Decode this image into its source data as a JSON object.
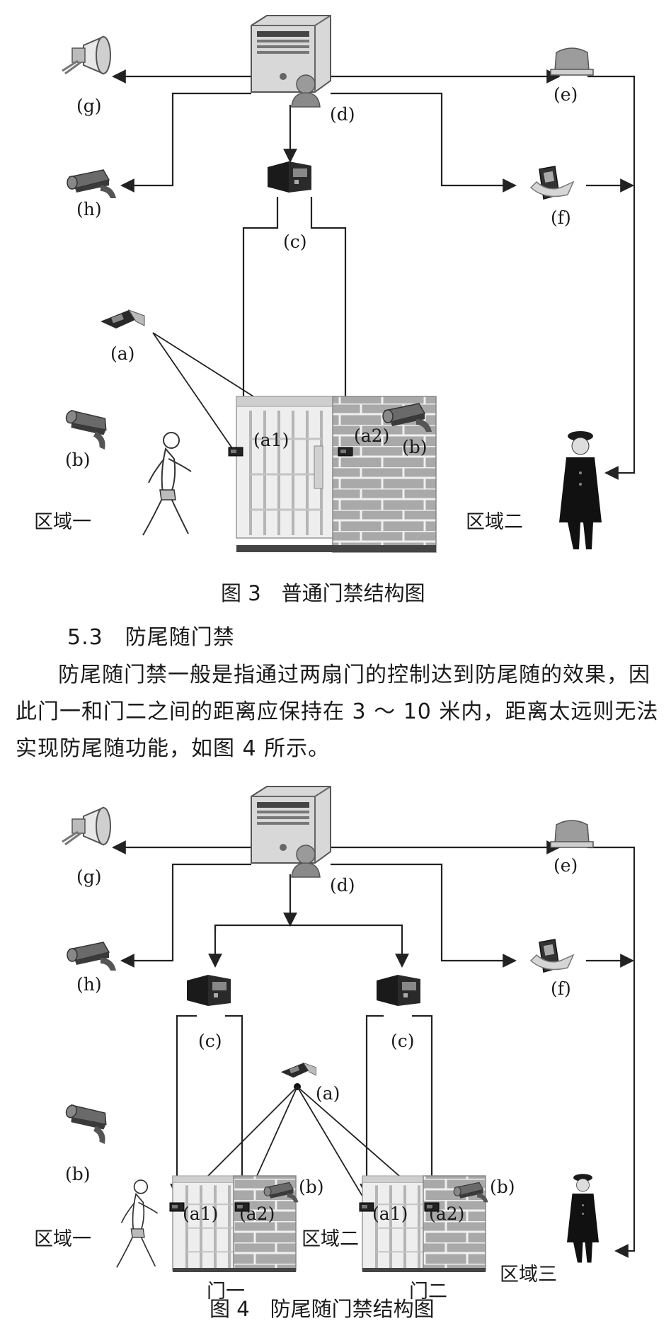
{
  "figure3": {
    "labels": {
      "a": "(a)",
      "a1": "(a1)",
      "a2": "(a2)",
      "b_left": "(b)",
      "b_right": "(b)",
      "c": "(c)",
      "d": "(d)",
      "e": "(e)",
      "f": "(f)",
      "g": "(g)",
      "h": "(h)"
    },
    "zone_one": "区域一",
    "zone_two": "区域二",
    "caption": "图 3　普通门禁结构图"
  },
  "section": {
    "heading": "5.3　防尾随门禁",
    "paragraph": "防尾随门禁一般是指通过两扇门的控制达到防尾随的效果，因此门一和门二之间的距离应保持在 3 ～ 10 米内，距离太远则无法实现防尾随功能，如图 4 所示。"
  },
  "figure4": {
    "labels": {
      "a": "(a)",
      "b_left": "(b)",
      "b_door1": "(b)",
      "b_door2": "(b)",
      "c_left": "(c)",
      "c_right": "(c)",
      "d": "(d)",
      "e": "(e)",
      "f": "(f)",
      "g": "(g)",
      "h": "(h)",
      "a1_door1": "(a1)",
      "a2_door1": "(a2)",
      "a1_door2": "(a1)",
      "a2_door2": "(a2)"
    },
    "zone_one": "区域一",
    "zone_two": "区域二",
    "zone_three": "区域三",
    "door_one": "门一",
    "door_two": "门二",
    "caption": "图 4　防尾随门禁结构图"
  },
  "icons": [
    "server-icon",
    "user-icon",
    "speaker-icon",
    "camera-icon",
    "controller-icon",
    "alarm-light-icon",
    "handheld-terminal-icon",
    "fingerprint-reader-icon",
    "card-reader-icon",
    "turnstile-icon",
    "brick-wall-icon",
    "walking-person-icon",
    "security-guard-icon"
  ]
}
